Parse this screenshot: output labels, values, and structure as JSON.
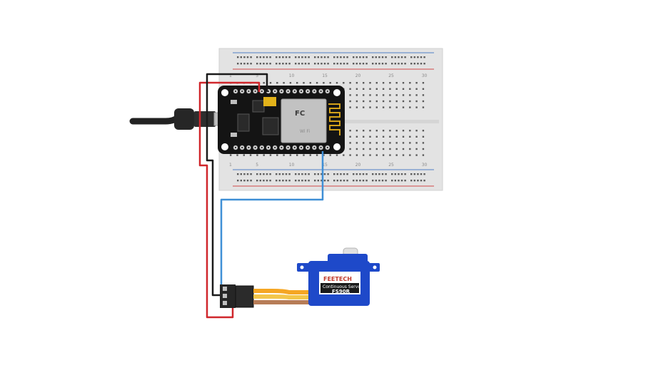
{
  "diagram": {
    "breadboard": {
      "column_numbers": [
        "1",
        "5",
        "10",
        "15",
        "20",
        "25",
        "30"
      ]
    },
    "servo": {
      "brand": "FEETECH",
      "description": "Continuous Servo",
      "model": "FS90R"
    },
    "module": {
      "marking": "FC",
      "wifi_mark": "Wi Fi"
    },
    "colors": {
      "breadboard": "#e3e3e3",
      "board_pcb": "#141414",
      "wifi_shield": "#c2c2c2",
      "servo_body": "#1e49c9",
      "wire_red": "#d0272c",
      "wire_black": "#1a1a1a",
      "wire_blue": "#3f8fd6",
      "servo_wire_orange": "#f5a623",
      "servo_wire_yellow": "#f3c64a",
      "servo_wire_brown": "#b77c57"
    }
  }
}
